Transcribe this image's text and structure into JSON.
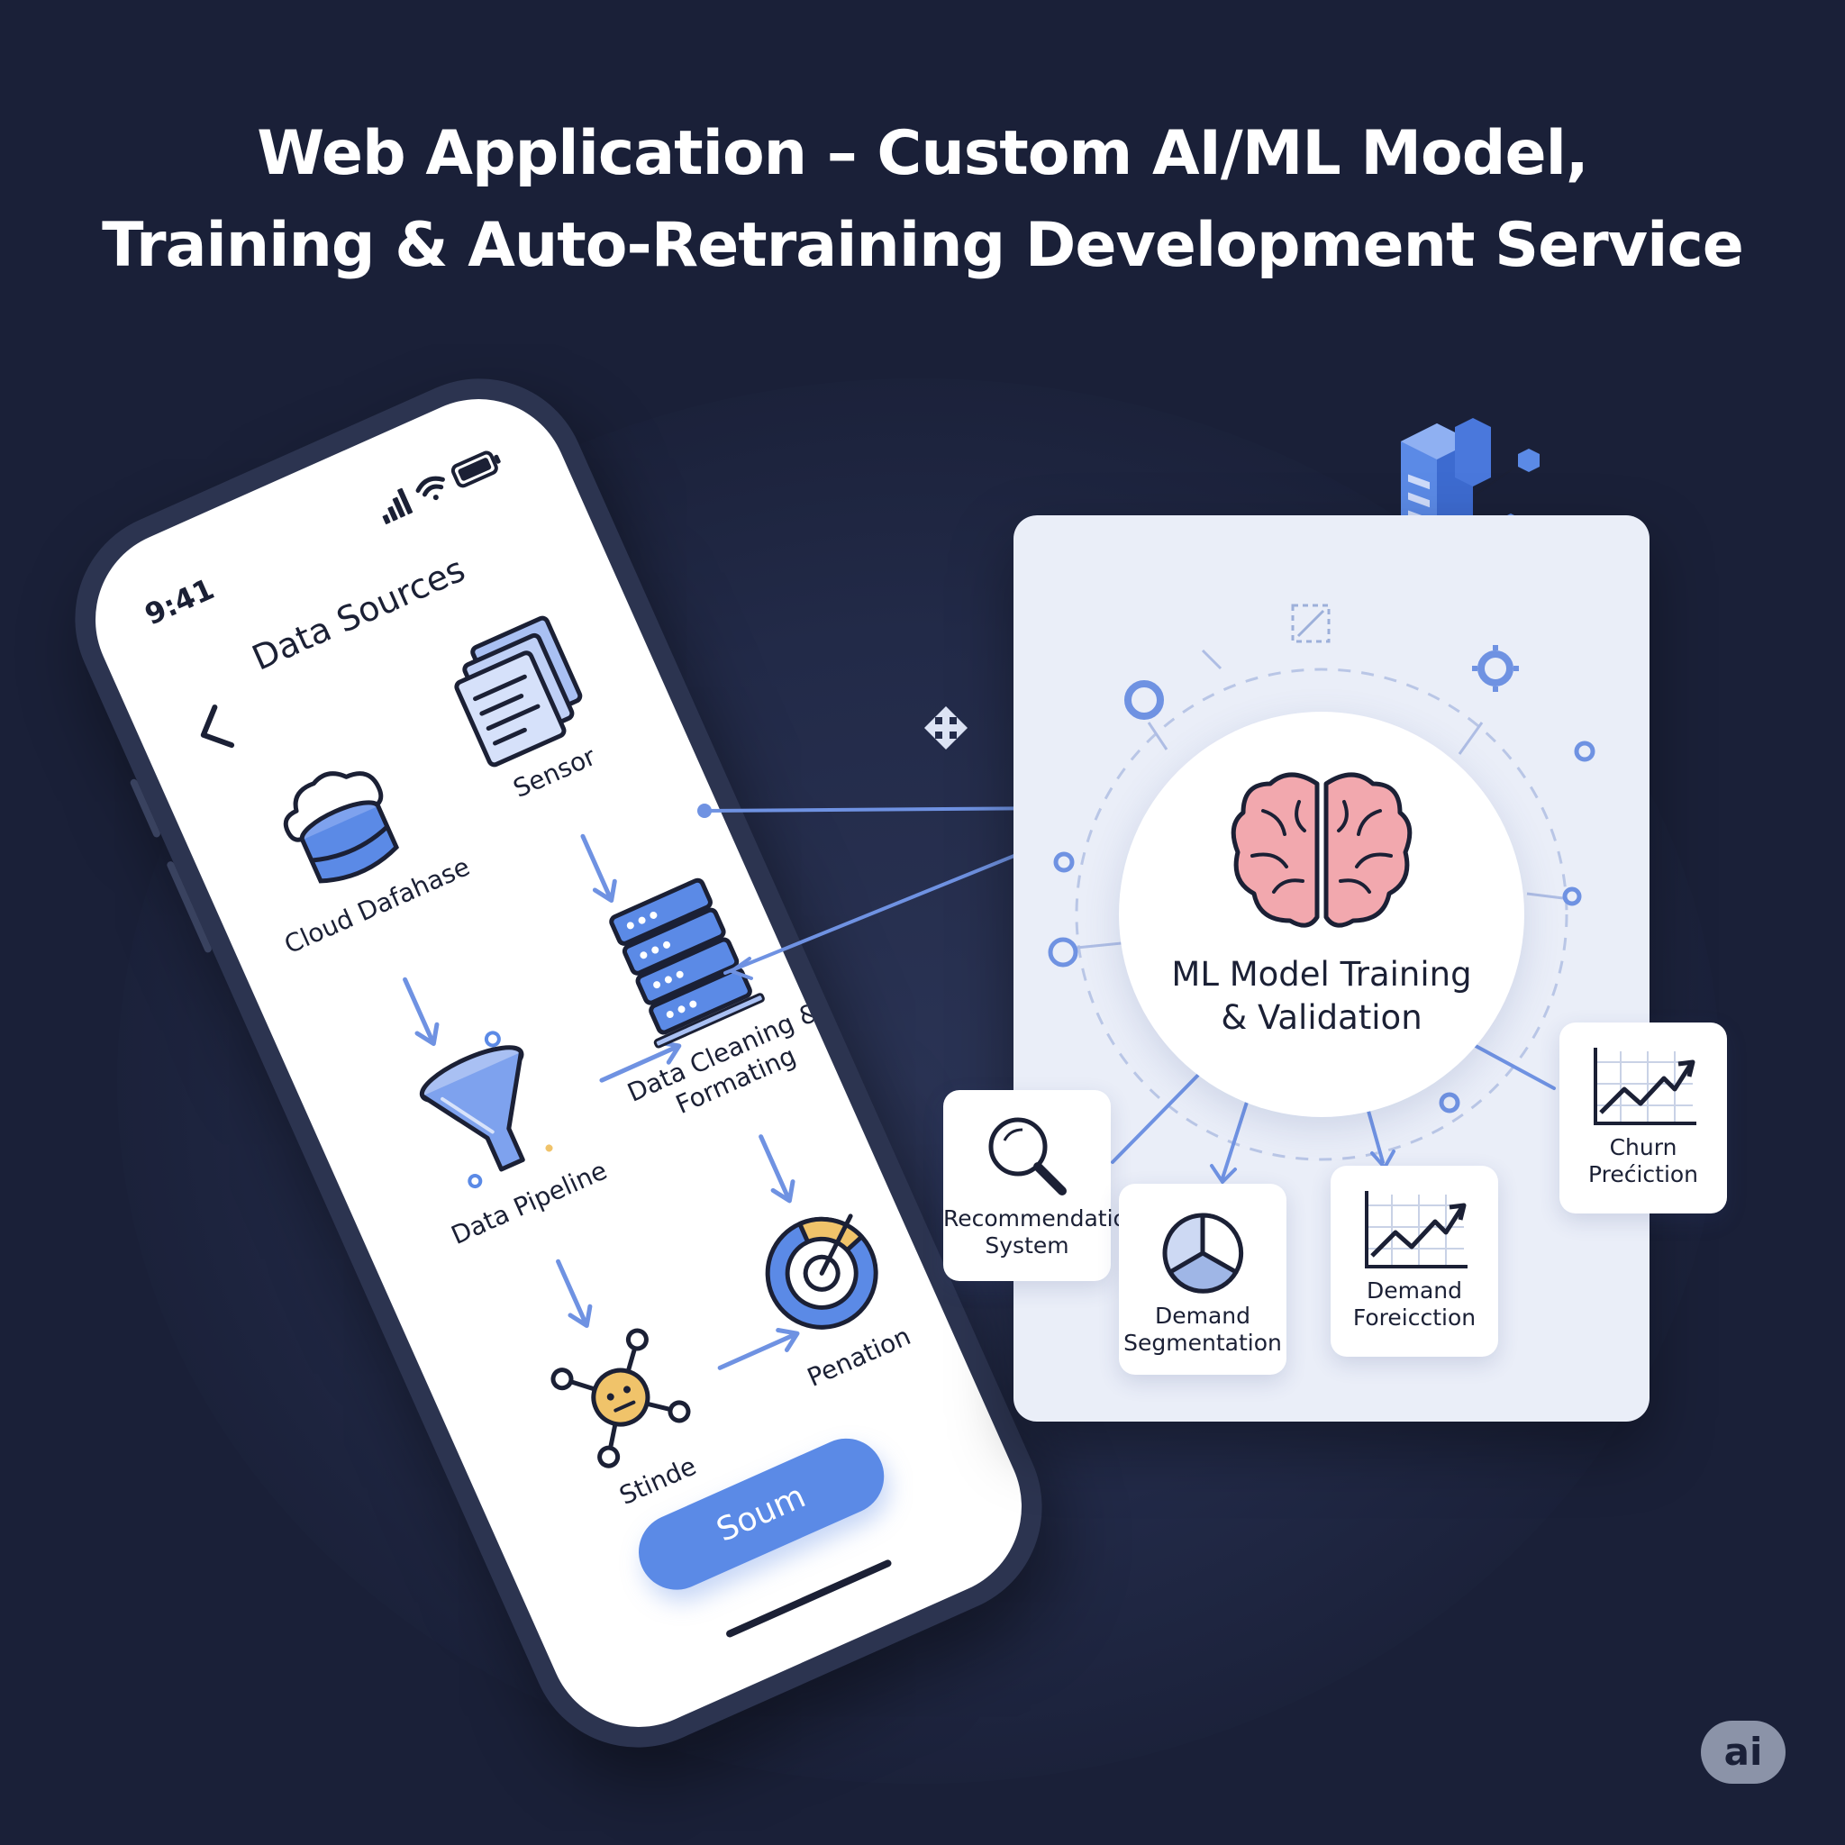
{
  "headline": {
    "line1": "Web Application – Custom AI/ML Model,",
    "line2": "Training & Auto-Retraining Development Service"
  },
  "phone": {
    "status_time": "9:41",
    "title": "Data Sources",
    "nodes": {
      "cloud_database": "Cloud Dafahase",
      "sensor": "Sensor",
      "data_pipeline": "Data Pipeline",
      "data_cleaning_line1": "Data Cleaning &",
      "data_cleaning_line2": "Formating",
      "stinde": "Stinde",
      "penation": "Penation"
    },
    "cta_label": "Soum"
  },
  "panel": {
    "center_title_line1": "ML Model Training",
    "center_title_line2": "& Validation",
    "cards": [
      {
        "line1": "Recommendation",
        "line2": "System",
        "icon": "magnifier-icon"
      },
      {
        "line1": "Demand",
        "line2": "Segmentation",
        "icon": "pie-chart-icon"
      },
      {
        "line1": "Demand",
        "line2": "Foreicction",
        "icon": "line-chart-icon"
      },
      {
        "line1": "Churn",
        "line2": "Prećiction",
        "icon": "line-chart-icon"
      }
    ]
  },
  "badge": "ai",
  "colors": {
    "background": "#1a2038",
    "accent": "#5b8ae6",
    "panel": "#eaeef8",
    "brain": "#f2a8ae"
  }
}
